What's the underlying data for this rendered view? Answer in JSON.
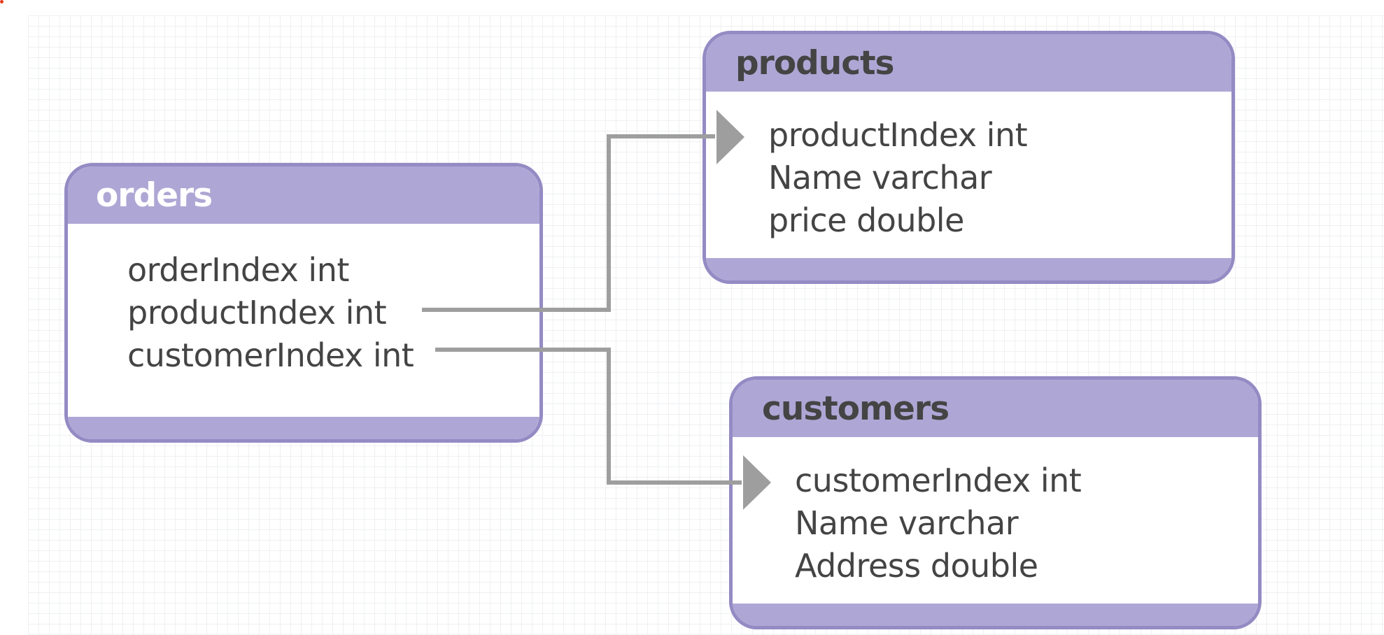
{
  "colors": {
    "header_fill": "#aea7d5",
    "border": "#948bc4",
    "connector": "#9e9e9e",
    "field_text": "#444444",
    "title_light": "#ffffff",
    "title_dark": "#444444",
    "marker": "#e63c1e"
  },
  "tables": {
    "orders": {
      "title": "orders",
      "fields": [
        "orderIndex int",
        "productIndex int",
        "customerIndex int"
      ]
    },
    "products": {
      "title": "products",
      "fields": [
        "productIndex int",
        "Name varchar",
        "price double"
      ]
    },
    "customers": {
      "title": "customers",
      "fields": [
        "customerIndex int",
        "Name varchar",
        "Address double"
      ]
    }
  },
  "relations": [
    {
      "from": "orders.productIndex",
      "to": "products.productIndex",
      "arrow": "arrow-head-icon"
    },
    {
      "from": "orders.customerIndex",
      "to": "customers.customerIndex",
      "arrow": "arrow-head-icon"
    }
  ]
}
